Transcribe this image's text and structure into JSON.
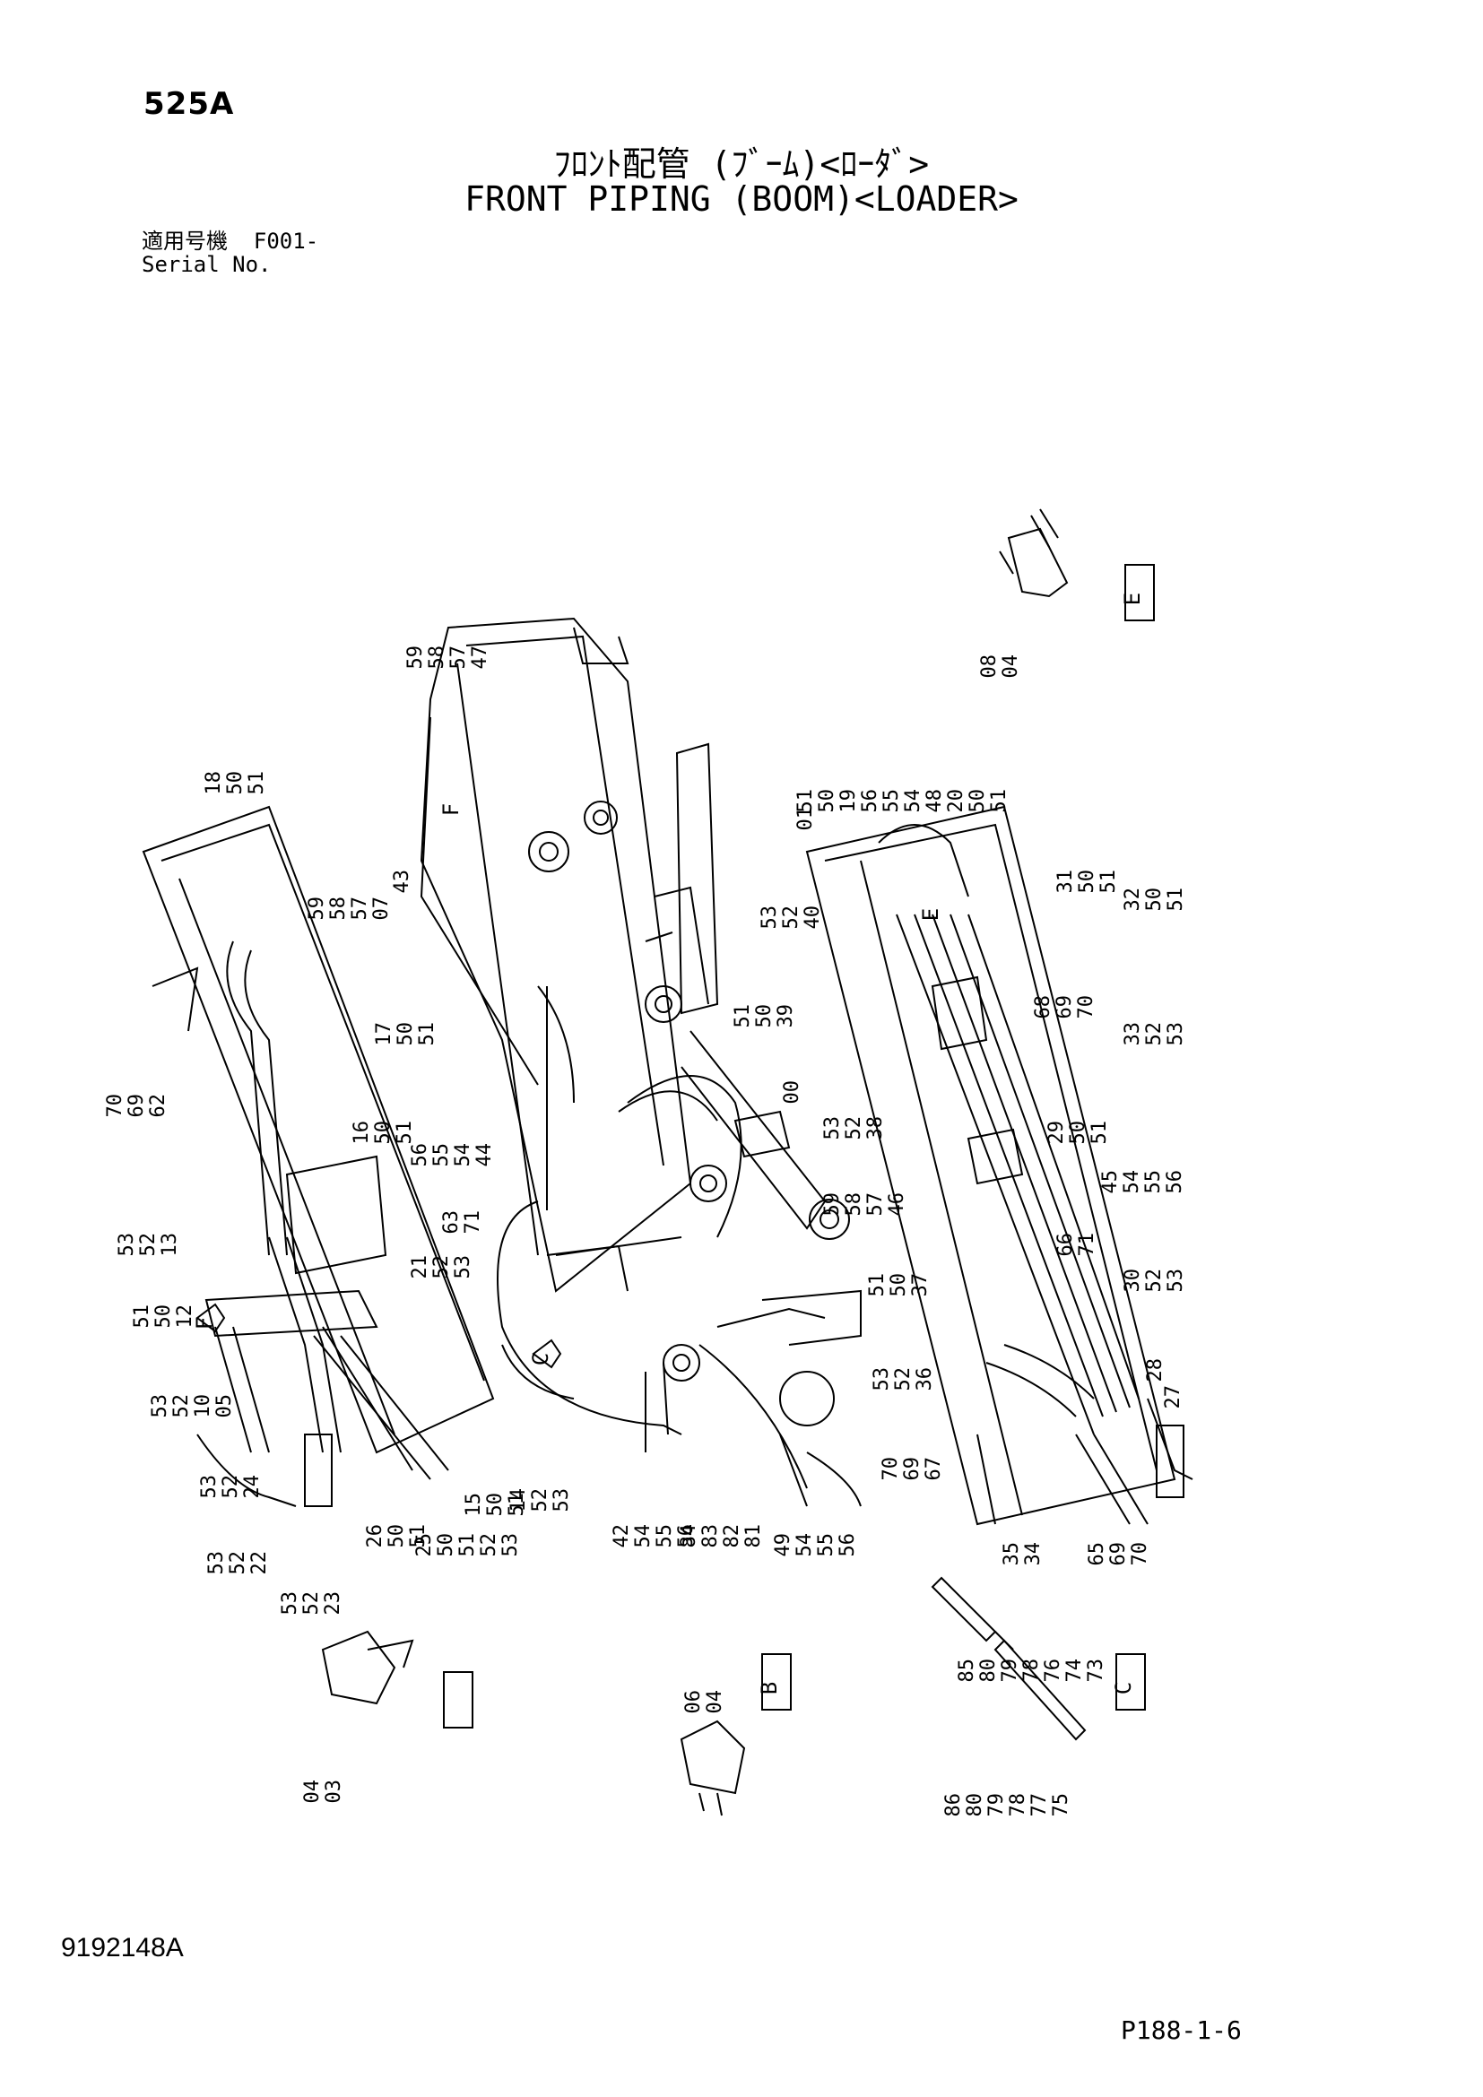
{
  "header": {
    "page_number": "525A",
    "title_ja": "ﾌﾛﾝﾄ配管 (ﾌﾞｰﾑ)<ﾛｰﾀﾞ>",
    "title_en": "FRONT PIPING (BOOM)<LOADER>",
    "serial_label_ja": "適用号機",
    "serial_value": "F001-",
    "serial_label_en": "Serial No."
  },
  "footer": {
    "document_code": "9192148A",
    "page_code": "P188-1-6"
  },
  "detail_views": {
    "E": "E",
    "F": "F",
    "B": "B",
    "C": "C"
  },
  "callouts": {
    "view_e": [
      "08",
      "04"
    ],
    "top_boom": [
      "59",
      "58",
      "57",
      "47"
    ],
    "left_top": [
      "18",
      "50",
      "51"
    ],
    "left_07": [
      "59",
      "58",
      "57",
      "07"
    ],
    "left_17": [
      "17",
      "50",
      "51"
    ],
    "left_70": [
      "70",
      "69",
      "62"
    ],
    "left_16": [
      "16",
      "50",
      "51"
    ],
    "left_56": [
      "56",
      "55",
      "54",
      "44"
    ],
    "center_43": [
      "43"
    ],
    "center_01": [
      "01"
    ],
    "left_13": [
      "53",
      "52",
      "13"
    ],
    "left_12": [
      "51",
      "50",
      "12"
    ],
    "left_10": [
      "53",
      "52",
      "10",
      "05"
    ],
    "left_24": [
      "53",
      "52",
      "24"
    ],
    "left_22": [
      "53",
      "52",
      "22"
    ],
    "left_23": [
      "53",
      "52",
      "23"
    ],
    "left_26": [
      "26",
      "50",
      "51"
    ],
    "left_25": [
      "25",
      "50",
      "51",
      "52",
      "53"
    ],
    "left_15": [
      "15",
      "50",
      "51"
    ],
    "left_14": [
      "14",
      "52",
      "53"
    ],
    "left_21": [
      "21",
      "52",
      "53"
    ],
    "left_63": [
      "63",
      "71"
    ],
    "right_top": [
      "51",
      "50",
      "19",
      "56",
      "55",
      "54",
      "48",
      "20",
      "50",
      "51"
    ],
    "right_31": [
      "31",
      "50",
      "51"
    ],
    "right_32": [
      "32",
      "50",
      "51"
    ],
    "right_53": [
      "53",
      "52",
      "40"
    ],
    "right_39": [
      "51",
      "50",
      "39"
    ],
    "right_68": [
      "68",
      "69",
      "70"
    ],
    "right_33": [
      "33",
      "52",
      "53"
    ],
    "right_00": [
      "00"
    ],
    "right_38": [
      "53",
      "52",
      "38"
    ],
    "right_29": [
      "29",
      "50",
      "51"
    ],
    "right_45": [
      "45",
      "54",
      "55",
      "56"
    ],
    "right_46": [
      "59",
      "58",
      "57",
      "46"
    ],
    "right_66": [
      "66",
      "71"
    ],
    "right_30": [
      "30",
      "52",
      "53"
    ],
    "right_37": [
      "51",
      "50",
      "37"
    ],
    "right_36": [
      "53",
      "52",
      "36"
    ],
    "right_28": [
      "28"
    ],
    "right_27": [
      "27"
    ],
    "right_67": [
      "70",
      "69",
      "67"
    ],
    "right_65": [
      "65",
      "69",
      "70"
    ],
    "right_35": [
      "35",
      "34"
    ],
    "bottom_42": [
      "42",
      "54",
      "55",
      "56"
    ],
    "bottom_84": [
      "84",
      "83",
      "82",
      "81"
    ],
    "bottom_49": [
      "49",
      "54",
      "55",
      "56"
    ],
    "view_f": [
      "04",
      "03"
    ],
    "view_b": [
      "06",
      "04"
    ],
    "view_c_top": [
      "85",
      "80",
      "79",
      "78",
      "76",
      "74",
      "73"
    ],
    "view_c_bottom": [
      "86",
      "80",
      "79",
      "78",
      "77",
      "75"
    ]
  }
}
